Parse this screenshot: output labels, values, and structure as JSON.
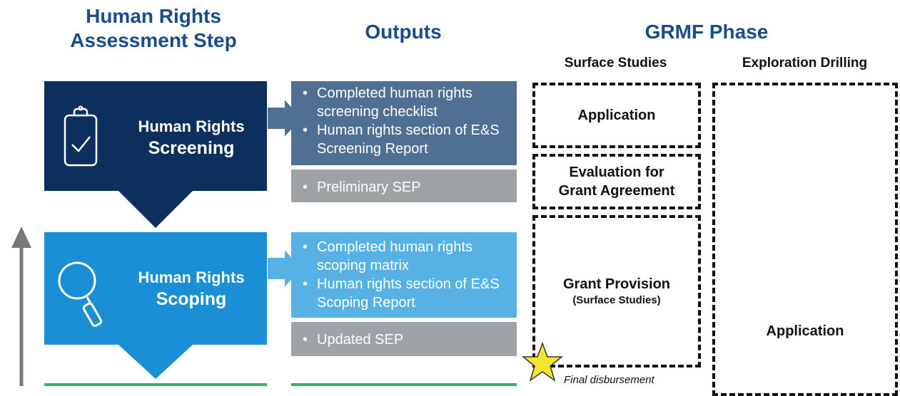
{
  "headers": {
    "step_line1": "Human Rights",
    "step_line2": "Assessment Step",
    "outputs": "Outputs",
    "phase": "GRMF Phase",
    "surface_studies": "Surface Studies",
    "exploration_drilling": "Exploration Drilling"
  },
  "steps": [
    {
      "line1": "Human Rights",
      "line2": "Screening",
      "icon": "clipboard-icon",
      "color": "#0d2f5e"
    },
    {
      "line1": "Human Rights",
      "line2": "Scoping",
      "icon": "magnifier-icon",
      "color": "#1a8fd6"
    }
  ],
  "outputs": {
    "screening_main": [
      "Completed human rights screening checklist",
      "Human rights section of E&S Screening Report"
    ],
    "screening_sep": "Preliminary SEP",
    "scoping_main": [
      "Completed human rights scoping matrix",
      "Human rights section of E&S Scoping Report"
    ],
    "scoping_sep": "Updated SEP"
  },
  "phases": {
    "application": "Application",
    "evaluation_line1": "Evaluation for",
    "evaluation_line2": "Grant Agreement",
    "grant_provision": "Grant Provision",
    "grant_provision_sub": "(Surface Studies)",
    "drilling_application": "Application",
    "final_disbursement": "Final disbursement"
  },
  "colors": {
    "header_blue": "#1a4c8c",
    "screening_dark": "#0d2f5e",
    "screening_output": "#4f6f93",
    "sep_gray": "#a0a3a6",
    "scoping_blue": "#1a8fd6",
    "scoping_output": "#56b2e5",
    "green": "#2db36b",
    "star": "#f5e52e"
  }
}
